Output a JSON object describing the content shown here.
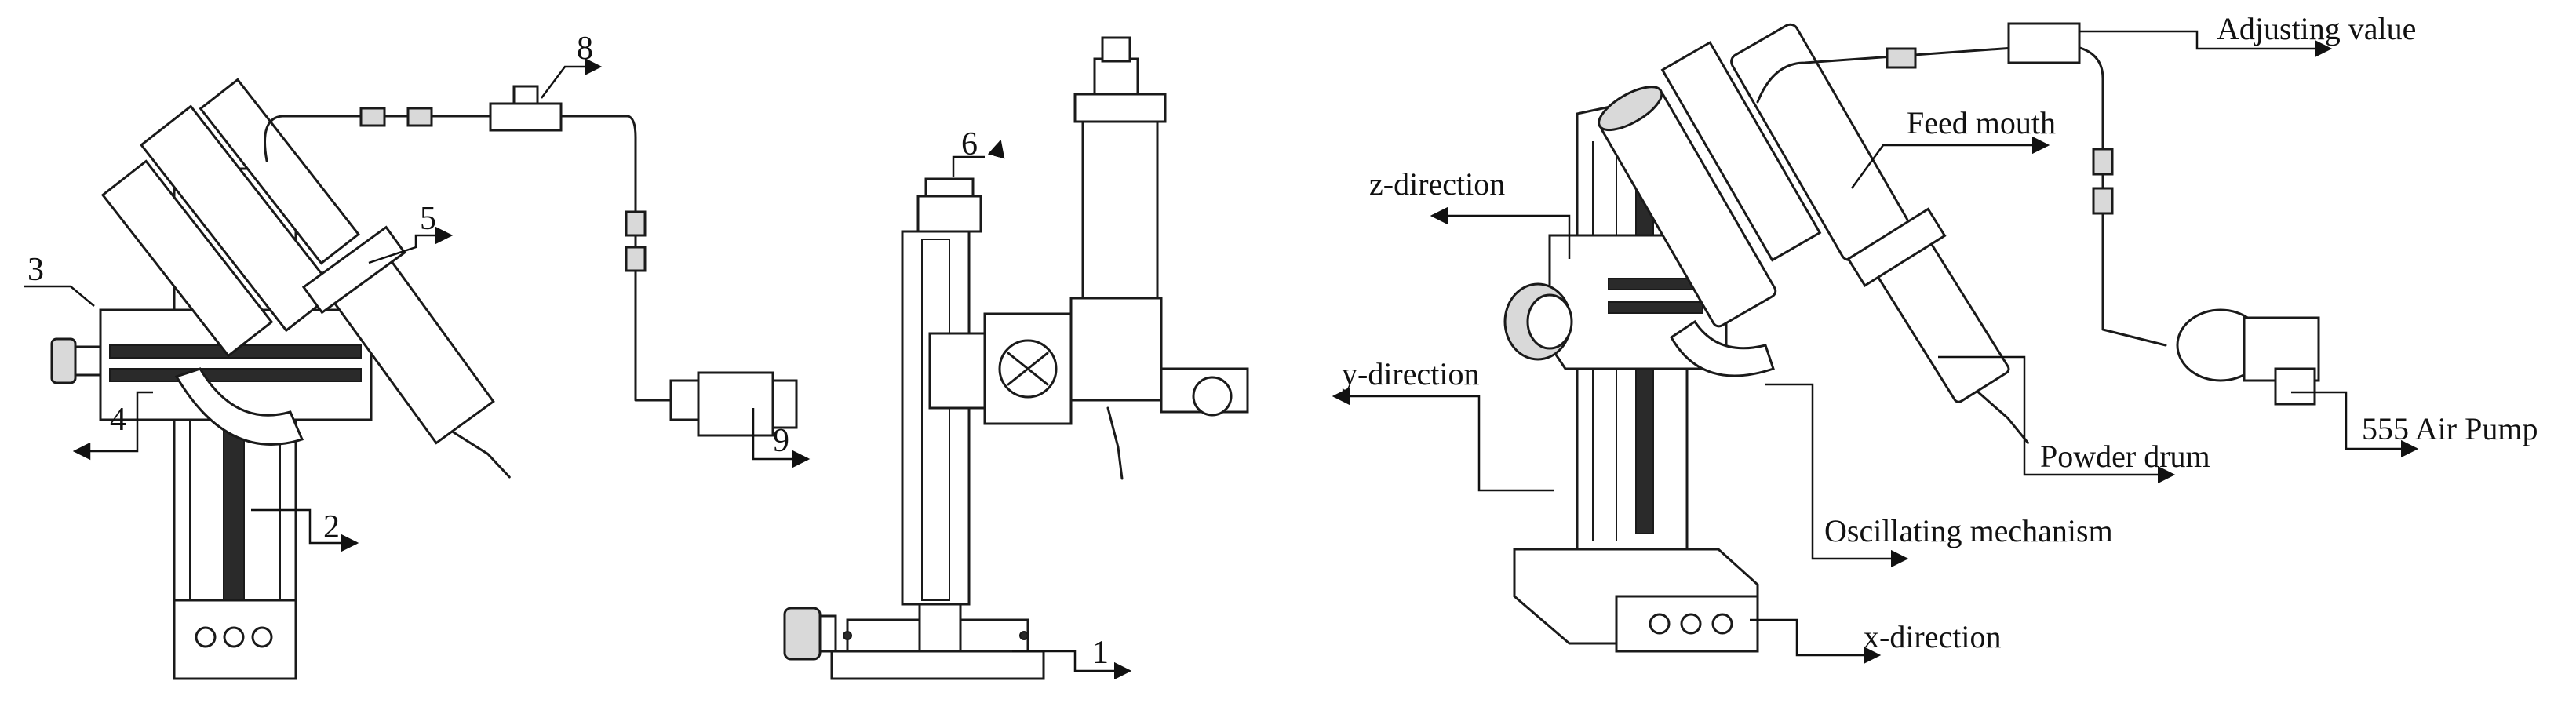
{
  "side_view_labels": [
    "1",
    "2",
    "3",
    "4",
    "5",
    "6",
    "8",
    "9"
  ],
  "iso_view_labels": {
    "adjusting_value": "Adjusting value",
    "feed_mouth": "Feed mouth",
    "z_direction": "z-direction",
    "y_direction": "y-direction",
    "powder_drum": "Powder drum",
    "air_pump": "555 Air Pump",
    "oscillating_mechanism": "Oscillating mechanism",
    "x_direction": "x-direction"
  }
}
